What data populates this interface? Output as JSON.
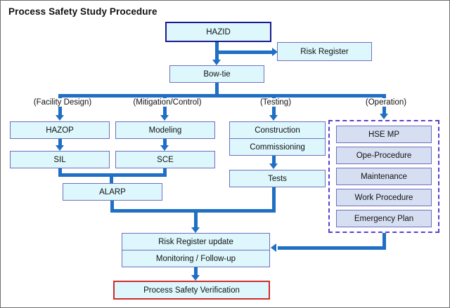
{
  "title": "Process Safety Study Procedure",
  "colors": {
    "node_fill": "#ddf7fd",
    "node_border": "#6f6fc0",
    "ops_fill": "#d6dff2",
    "connector": "#1f6fc4",
    "hazid_border": "#1b1b8f",
    "verify_border": "#d02b2b",
    "group_border": "#5a3fd0",
    "frame_border": "#6e6e6e"
  },
  "nodes": {
    "hazid": "HAZID",
    "risk_register": "Risk Register",
    "bowtie": "Bow-tie",
    "hazop": "HAZOP",
    "sil": "SIL",
    "modeling": "Modeling",
    "sce": "SCE",
    "alarp": "ALARP",
    "construction": "Construction",
    "commissioning": "Commissioning",
    "tests": "Tests",
    "risk_register_update": "Risk Register update",
    "monitoring": "Monitoring / Follow-up",
    "verification": "Process Safety Verification"
  },
  "branches": [
    {
      "label": "(Facility Design)"
    },
    {
      "label": "(Mitigation/Control)"
    },
    {
      "label": "(Testing)"
    },
    {
      "label": "(Operation)"
    }
  ],
  "operation_group": {
    "items": [
      "HSE MP",
      "Ope-Procedure",
      "Maintenance",
      "Work Procedure",
      "Emergency Plan"
    ]
  }
}
